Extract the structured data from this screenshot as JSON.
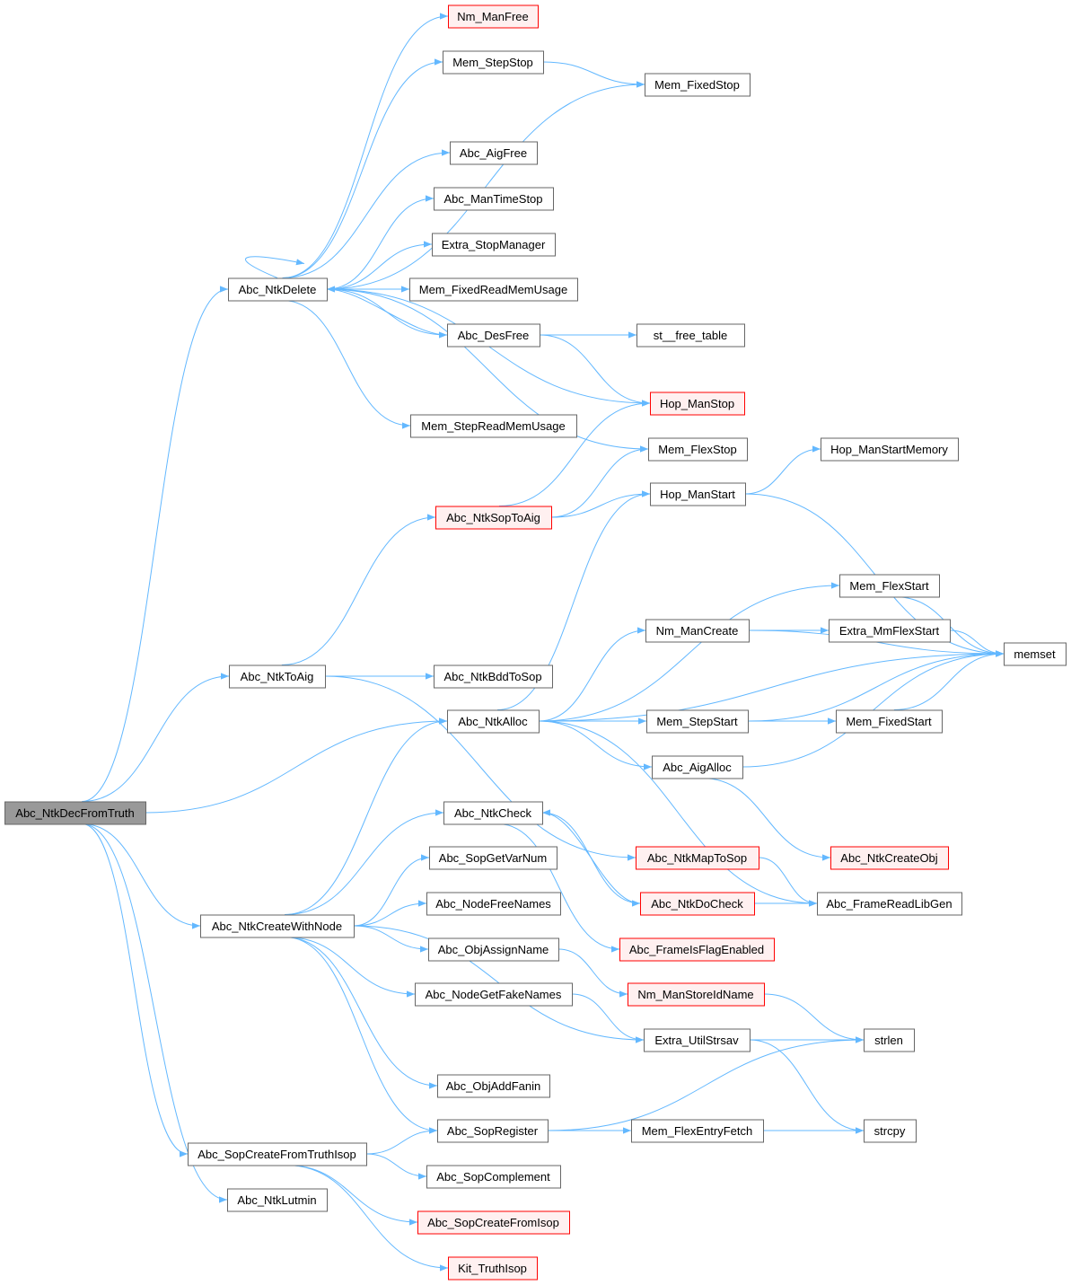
{
  "title": "Abc_NtkDecFromTruth call graph",
  "colors": {
    "edge": "#63b8ff",
    "root_fill": "#999999",
    "root_stroke": "#666666",
    "normal_fill": "#ffffff",
    "normal_stroke": "#666666",
    "trunc_fill": "#fff0f0",
    "trunc_stroke": "#ff0000"
  },
  "nodes": [
    {
      "id": "root",
      "label": "Abc_NtkDecFromTruth",
      "style": "root"
    },
    {
      "id": "nmfree",
      "label": "Nm_ManFree",
      "style": "trunc"
    },
    {
      "id": "stepstop",
      "label": "Mem_StepStop",
      "style": "normal"
    },
    {
      "id": "fixedstop",
      "label": "Mem_FixedStop",
      "style": "normal"
    },
    {
      "id": "aigfree",
      "label": "Abc_AigFree",
      "style": "normal"
    },
    {
      "id": "timestop",
      "label": "Abc_ManTimeStop",
      "style": "normal"
    },
    {
      "id": "stopmgr",
      "label": "Extra_StopManager",
      "style": "normal"
    },
    {
      "id": "ntkdelete",
      "label": "Abc_NtkDelete",
      "style": "normal"
    },
    {
      "id": "fixedmem",
      "label": "Mem_FixedReadMemUsage",
      "style": "normal"
    },
    {
      "id": "desfree",
      "label": "Abc_DesFree",
      "style": "normal"
    },
    {
      "id": "stfree",
      "label": "st__free_table",
      "style": "normal"
    },
    {
      "id": "hopstop",
      "label": "Hop_ManStop",
      "style": "trunc"
    },
    {
      "id": "stepmem",
      "label": "Mem_StepReadMemUsage",
      "style": "normal"
    },
    {
      "id": "flexstop",
      "label": "Mem_FlexStop",
      "style": "normal"
    },
    {
      "id": "hopstartmem",
      "label": "Hop_ManStartMemory",
      "style": "normal"
    },
    {
      "id": "soptoaig",
      "label": "Abc_NtkSopToAig",
      "style": "trunc"
    },
    {
      "id": "hopstart",
      "label": "Hop_ManStart",
      "style": "normal"
    },
    {
      "id": "flexstart",
      "label": "Mem_FlexStart",
      "style": "normal"
    },
    {
      "id": "nmcreate",
      "label": "Nm_ManCreate",
      "style": "normal"
    },
    {
      "id": "mmflex",
      "label": "Extra_MmFlexStart",
      "style": "normal"
    },
    {
      "id": "memset",
      "label": "memset",
      "style": "normal"
    },
    {
      "id": "ntktoaig",
      "label": "Abc_NtkToAig",
      "style": "normal"
    },
    {
      "id": "bddtosop",
      "label": "Abc_NtkBddToSop",
      "style": "normal"
    },
    {
      "id": "ntkalloc",
      "label": "Abc_NtkAlloc",
      "style": "normal"
    },
    {
      "id": "stepstart",
      "label": "Mem_StepStart",
      "style": "normal"
    },
    {
      "id": "fixedstart",
      "label": "Mem_FixedStart",
      "style": "normal"
    },
    {
      "id": "aigalloc",
      "label": "Abc_AigAlloc",
      "style": "normal"
    },
    {
      "id": "ntkcheck",
      "label": "Abc_NtkCheck",
      "style": "normal"
    },
    {
      "id": "sopgetvar",
      "label": "Abc_SopGetVarNum",
      "style": "normal"
    },
    {
      "id": "maptosop",
      "label": "Abc_NtkMapToSop",
      "style": "trunc"
    },
    {
      "id": "createobj",
      "label": "Abc_NtkCreateObj",
      "style": "trunc"
    },
    {
      "id": "freenames",
      "label": "Abc_NodeFreeNames",
      "style": "normal"
    },
    {
      "id": "docheck",
      "label": "Abc_NtkDoCheck",
      "style": "trunc"
    },
    {
      "id": "libgen",
      "label": "Abc_FrameReadLibGen",
      "style": "normal"
    },
    {
      "id": "createwithnode",
      "label": "Abc_NtkCreateWithNode",
      "style": "normal"
    },
    {
      "id": "assignname",
      "label": "Abc_ObjAssignName",
      "style": "normal"
    },
    {
      "id": "flagenabled",
      "label": "Abc_FrameIsFlagEnabled",
      "style": "trunc"
    },
    {
      "id": "fakenames",
      "label": "Abc_NodeGetFakeNames",
      "style": "normal"
    },
    {
      "id": "storeid",
      "label": "Nm_ManStoreIdName",
      "style": "trunc"
    },
    {
      "id": "strsav",
      "label": "Extra_UtilStrsav",
      "style": "normal"
    },
    {
      "id": "strlen",
      "label": "strlen",
      "style": "normal"
    },
    {
      "id": "addfanin",
      "label": "Abc_ObjAddFanin",
      "style": "normal"
    },
    {
      "id": "sopregister",
      "label": "Abc_SopRegister",
      "style": "normal"
    },
    {
      "id": "flexentry",
      "label": "Mem_FlexEntryFetch",
      "style": "normal"
    },
    {
      "id": "strcpy",
      "label": "strcpy",
      "style": "normal"
    },
    {
      "id": "truthisop",
      "label": "Abc_SopCreateFromTruthIsop",
      "style": "normal"
    },
    {
      "id": "sopcompl",
      "label": "Abc_SopComplement",
      "style": "normal"
    },
    {
      "id": "lutmin",
      "label": "Abc_NtkLutmin",
      "style": "normal"
    },
    {
      "id": "fromisop",
      "label": "Abc_SopCreateFromIsop",
      "style": "trunc"
    },
    {
      "id": "kitisop",
      "label": "Kit_TruthIsop",
      "style": "trunc"
    }
  ],
  "edges": [
    [
      "root",
      "ntkdelete"
    ],
    [
      "root",
      "ntktoaig"
    ],
    [
      "root",
      "ntkalloc"
    ],
    [
      "root",
      "createwithnode"
    ],
    [
      "root",
      "truthisop"
    ],
    [
      "root",
      "lutmin"
    ],
    [
      "ntkdelete",
      "nmfree"
    ],
    [
      "ntkdelete",
      "stepstop"
    ],
    [
      "ntkdelete",
      "fixedstop"
    ],
    [
      "ntkdelete",
      "aigfree"
    ],
    [
      "ntkdelete",
      "timestop"
    ],
    [
      "ntkdelete",
      "stopmgr"
    ],
    [
      "ntkdelete",
      "ntkdelete"
    ],
    [
      "ntkdelete",
      "fixedmem"
    ],
    [
      "ntkdelete",
      "desfree"
    ],
    [
      "ntkdelete",
      "stepmem"
    ],
    [
      "ntkdelete",
      "hopstop"
    ],
    [
      "ntkdelete",
      "flexstop"
    ],
    [
      "stepstop",
      "fixedstop"
    ],
    [
      "desfree",
      "stfree"
    ],
    [
      "desfree",
      "hopstop"
    ],
    [
      "desfree",
      "ntkdelete"
    ],
    [
      "ntktoaig",
      "soptoaig"
    ],
    [
      "ntktoaig",
      "bddtosop"
    ],
    [
      "ntktoaig",
      "maptosop"
    ],
    [
      "soptoaig",
      "hopstop"
    ],
    [
      "soptoaig",
      "flexstop"
    ],
    [
      "soptoaig",
      "hopstart"
    ],
    [
      "hopstart",
      "hopstartmem"
    ],
    [
      "hopstart",
      "memset"
    ],
    [
      "ntkalloc",
      "hopstart"
    ],
    [
      "ntkalloc",
      "memset"
    ],
    [
      "ntkalloc",
      "flexstart"
    ],
    [
      "ntkalloc",
      "nmcreate"
    ],
    [
      "ntkalloc",
      "fixedstart"
    ],
    [
      "ntkalloc",
      "stepstart"
    ],
    [
      "ntkalloc",
      "aigalloc"
    ],
    [
      "ntkalloc",
      "libgen"
    ],
    [
      "flexstart",
      "memset"
    ],
    [
      "nmcreate",
      "mmflex"
    ],
    [
      "nmcreate",
      "memset"
    ],
    [
      "mmflex",
      "memset"
    ],
    [
      "stepstart",
      "fixedstart"
    ],
    [
      "stepstart",
      "memset"
    ],
    [
      "fixedstart",
      "memset"
    ],
    [
      "aigalloc",
      "memset"
    ],
    [
      "aigalloc",
      "createobj"
    ],
    [
      "maptosop",
      "libgen"
    ],
    [
      "ntkcheck",
      "docheck"
    ],
    [
      "ntkcheck",
      "flagenabled"
    ],
    [
      "docheck",
      "ntkcheck"
    ],
    [
      "docheck",
      "libgen"
    ],
    [
      "createwithnode",
      "ntkalloc"
    ],
    [
      "createwithnode",
      "ntkcheck"
    ],
    [
      "createwithnode",
      "sopgetvar"
    ],
    [
      "createwithnode",
      "freenames"
    ],
    [
      "createwithnode",
      "assignname"
    ],
    [
      "createwithnode",
      "fakenames"
    ],
    [
      "createwithnode",
      "strsav"
    ],
    [
      "createwithnode",
      "addfanin"
    ],
    [
      "createwithnode",
      "sopregister"
    ],
    [
      "assignname",
      "storeid"
    ],
    [
      "storeid",
      "strlen"
    ],
    [
      "fakenames",
      "strsav"
    ],
    [
      "strsav",
      "strlen"
    ],
    [
      "strsav",
      "strcpy"
    ],
    [
      "sopregister",
      "strlen"
    ],
    [
      "sopregister",
      "flexentry"
    ],
    [
      "sopregister",
      "strcpy"
    ],
    [
      "truthisop",
      "sopregister"
    ],
    [
      "truthisop",
      "sopcompl"
    ],
    [
      "truthisop",
      "fromisop"
    ],
    [
      "truthisop",
      "kitisop"
    ]
  ]
}
